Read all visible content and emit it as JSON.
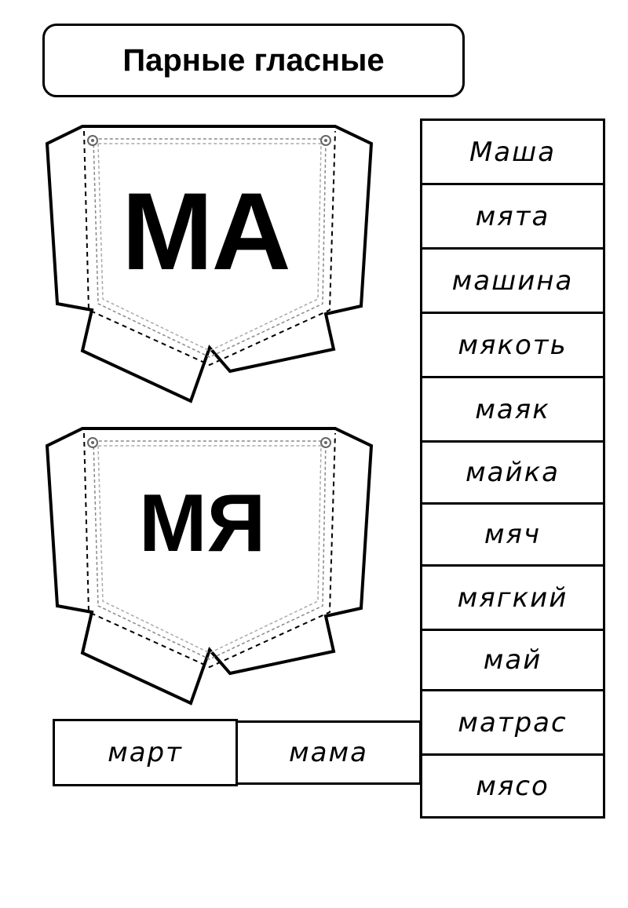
{
  "title": "Парные гласные",
  "pockets": [
    {
      "syllable": "МА"
    },
    {
      "syllable": "МЯ"
    }
  ],
  "words": [
    "Маша",
    "мята",
    "машина",
    "мякоть",
    "маяк",
    "майка",
    "мяч",
    "мягкий",
    "май",
    "матрас",
    "мясо"
  ],
  "bottom_words": [
    "март",
    "мама"
  ]
}
